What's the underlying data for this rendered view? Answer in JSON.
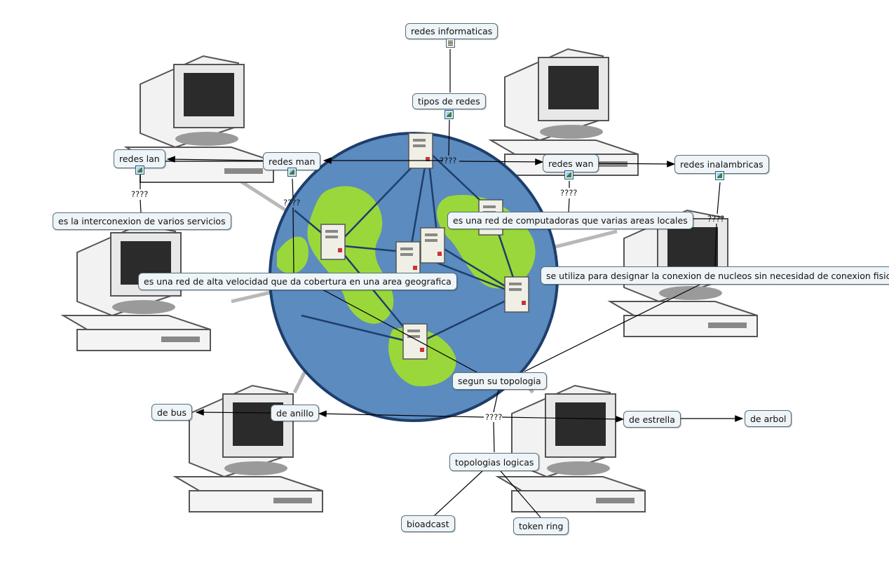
{
  "nodes": {
    "redes_informaticas": "redes informaticas",
    "tipos_de_redes": "tipos de redes",
    "redes_lan": "redes lan",
    "redes_man": "redes man",
    "redes_wan": "redes wan",
    "redes_inalambricas": "redes inalambricas",
    "lan_desc": "es la interconexion de varios servicios",
    "wan_desc": "es una red de computadoras que varias areas locales",
    "man_desc": "es una red de alta velocidad que da cobertura en una area geografica",
    "inalambricas_desc": "se utiliza para designar la conexion de nucleos sin necesidad de conexion fisica",
    "segun_su_topologia": "segun su topologia",
    "de_bus": "de bus",
    "de_anillo": "de anillo",
    "de_estrella": "de estrella",
    "de_arbol": "de arbol",
    "topologias_logicas": "topologias logicas",
    "bioadcast": "bioadcast",
    "token_ring": "token ring"
  },
  "link_labels": {
    "types": "????",
    "lan": "????",
    "man": "????",
    "wan": "????",
    "inalambricas": "????",
    "topologias": "????"
  },
  "icons": {
    "redes_informaticas": "document-icon",
    "resource": "image-icon"
  },
  "colors": {
    "node_fill": "#eef4f7",
    "node_border": "#56707a",
    "link": "#000000"
  }
}
